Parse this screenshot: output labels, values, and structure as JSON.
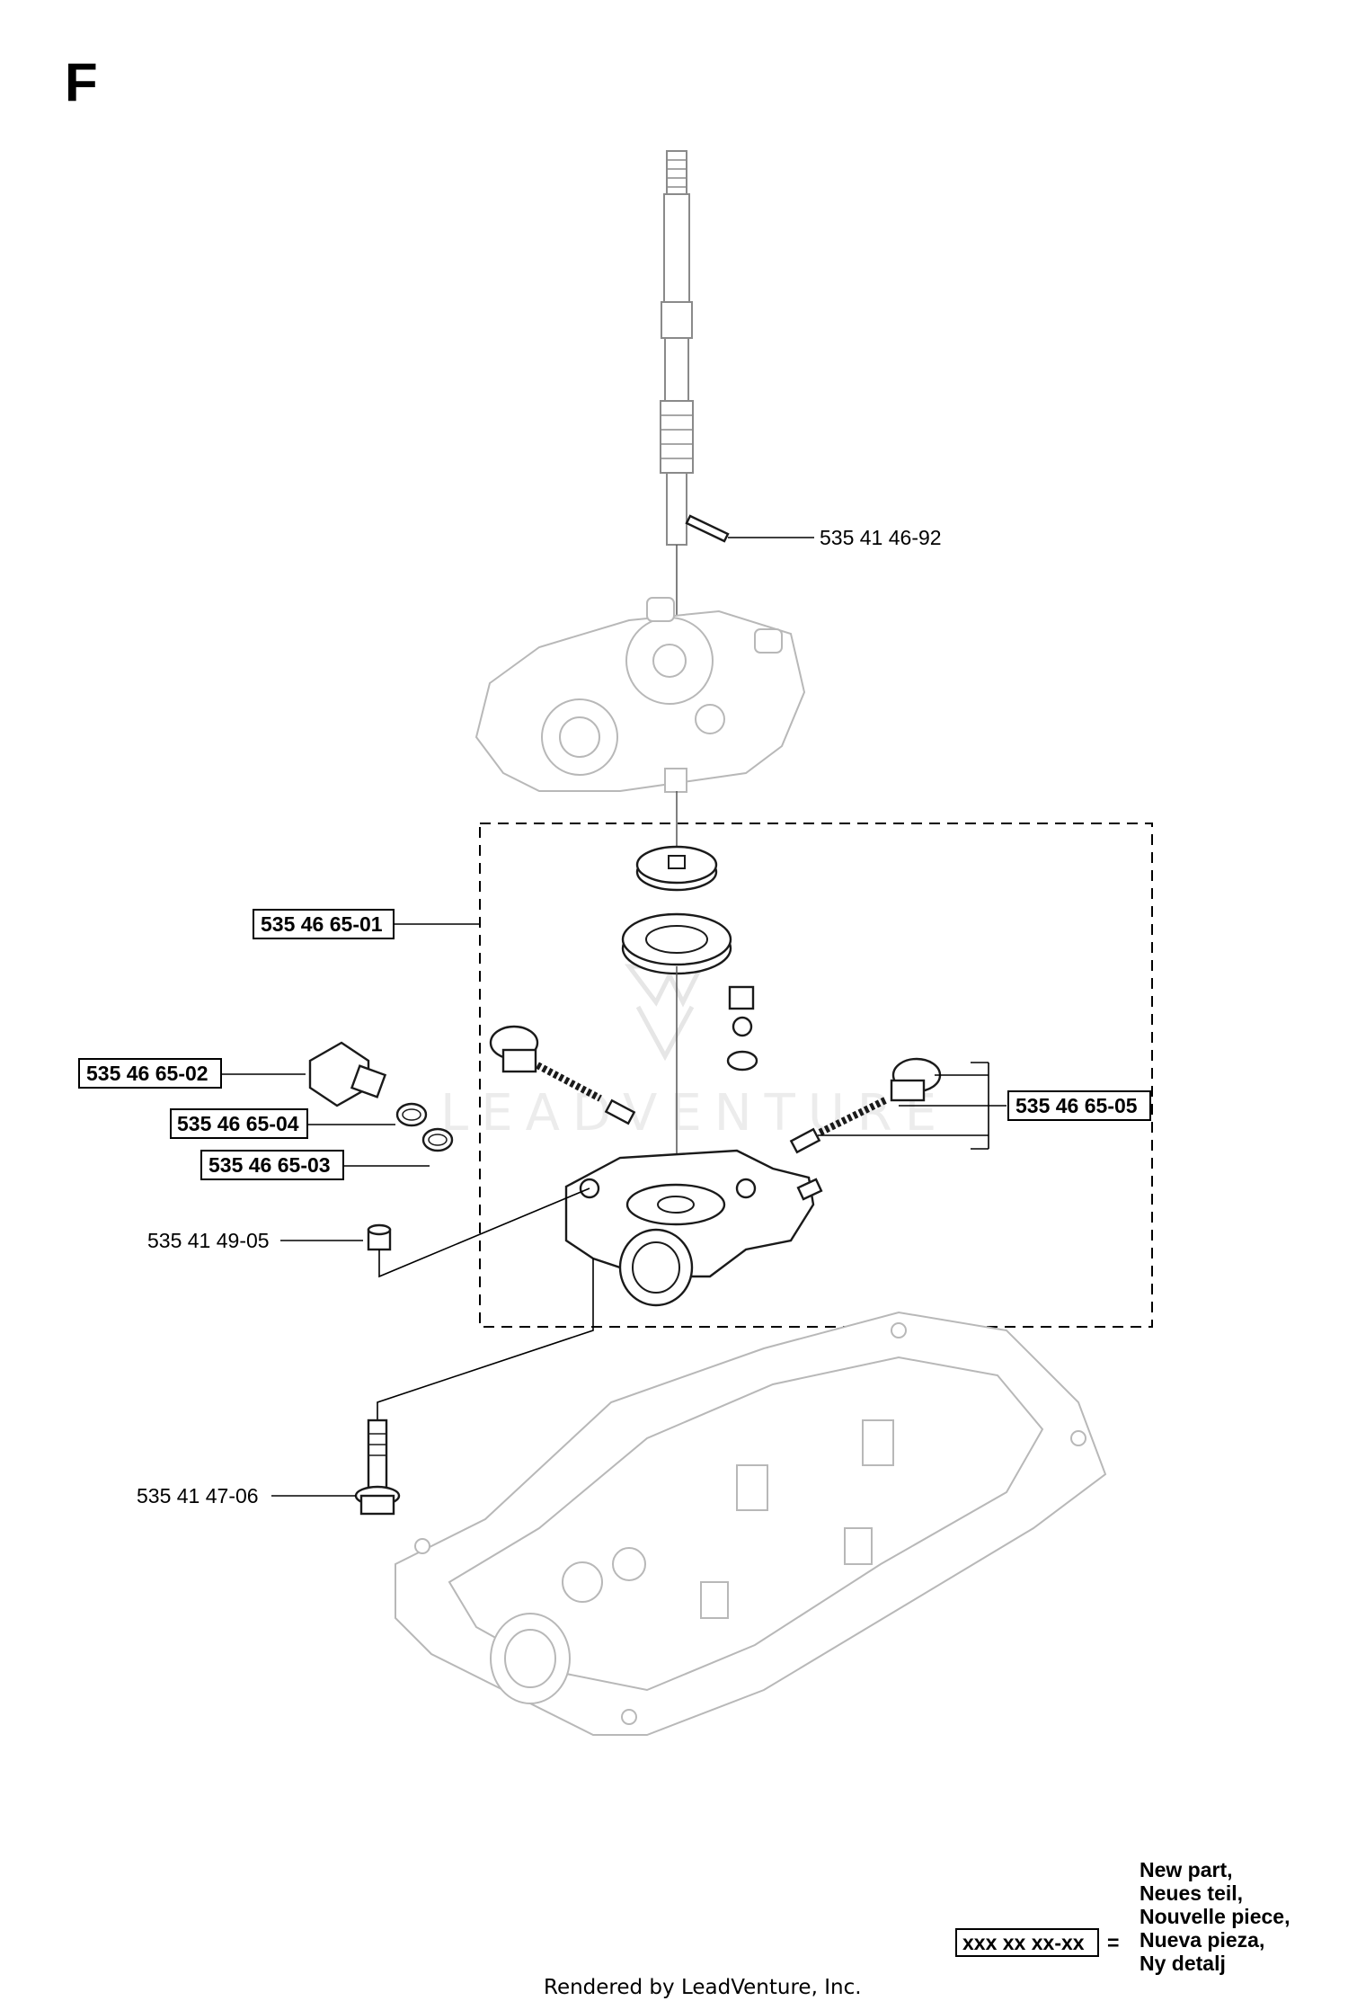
{
  "section_letter": "F",
  "parts": {
    "roll_pin": "535 41 46-92",
    "pump_assembly": "535 46 65-01",
    "relief_valve": "535 46 65-02",
    "o_ring_small": "535 46 65-04",
    "o_ring_large": "535 46 65-03",
    "dowel_sleeve": "535 41 49-05",
    "valve_kit": "535 46 65-05",
    "flange_bolt": "535 41 47-06"
  },
  "legend": {
    "sample_part_number": "xxx xx xx-xx",
    "equals": "=",
    "lines": [
      "New part,",
      "Neues teil,",
      "Nouvelle piece,",
      "Nueva pieza,",
      "Ny detalj"
    ]
  },
  "footer": "Rendered by LeadVenture, Inc.",
  "watermark": "LEADVENTURE"
}
